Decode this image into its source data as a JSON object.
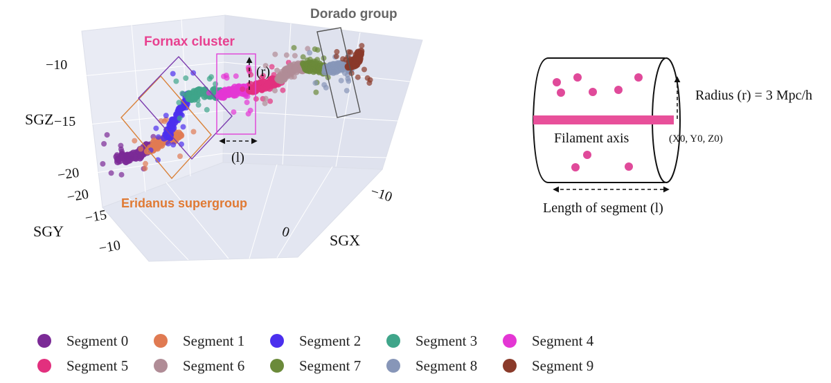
{
  "chart_data": {
    "type": "scatter",
    "subtype": "3d-scatter",
    "axes": {
      "x": {
        "label": "SGX",
        "tick_labels": [
          "0",
          "−10"
        ]
      },
      "y": {
        "label": "SGY",
        "tick_labels": [
          "−20",
          "−15",
          "−10"
        ]
      },
      "z": {
        "label": "SGZ",
        "tick_labels": [
          "−10",
          "−15",
          "−20"
        ]
      }
    },
    "grid": true,
    "series": [
      {
        "name": "Segment 0",
        "color": "#7b2a96"
      },
      {
        "name": "Segment 1",
        "color": "#e07a52"
      },
      {
        "name": "Segment 2",
        "color": "#4b2fee"
      },
      {
        "name": "Segment 3",
        "color": "#3fa58a"
      },
      {
        "name": "Segment 4",
        "color": "#e436d4"
      },
      {
        "name": "Segment 5",
        "color": "#e2307e"
      },
      {
        "name": "Segment 6",
        "color": "#b08c96"
      },
      {
        "name": "Segment 7",
        "color": "#6b8a3a"
      },
      {
        "name": "Segment 8",
        "color": "#8796b8"
      },
      {
        "name": "Segment 9",
        "color": "#8a3a2a"
      }
    ],
    "annotations": {
      "dorado": {
        "text": "Dorado group",
        "color": "#666666"
      },
      "fornax": {
        "text": "Fornax cluster",
        "color": "#e8408f"
      },
      "eridanus": {
        "text": "Eridanus supergroup",
        "color": "#e07a34"
      },
      "radius_mark": "(r)",
      "length_mark": "(l)"
    },
    "legend_position": "bottom"
  },
  "schematic": {
    "radius_label": "Radius (r) = 3 Mpc/h",
    "axis_label": "Filament axis",
    "origin_label": "(X0, Y0, Z0)",
    "length_label": "Length of segment (l)",
    "point_color": "#e04a9a"
  }
}
